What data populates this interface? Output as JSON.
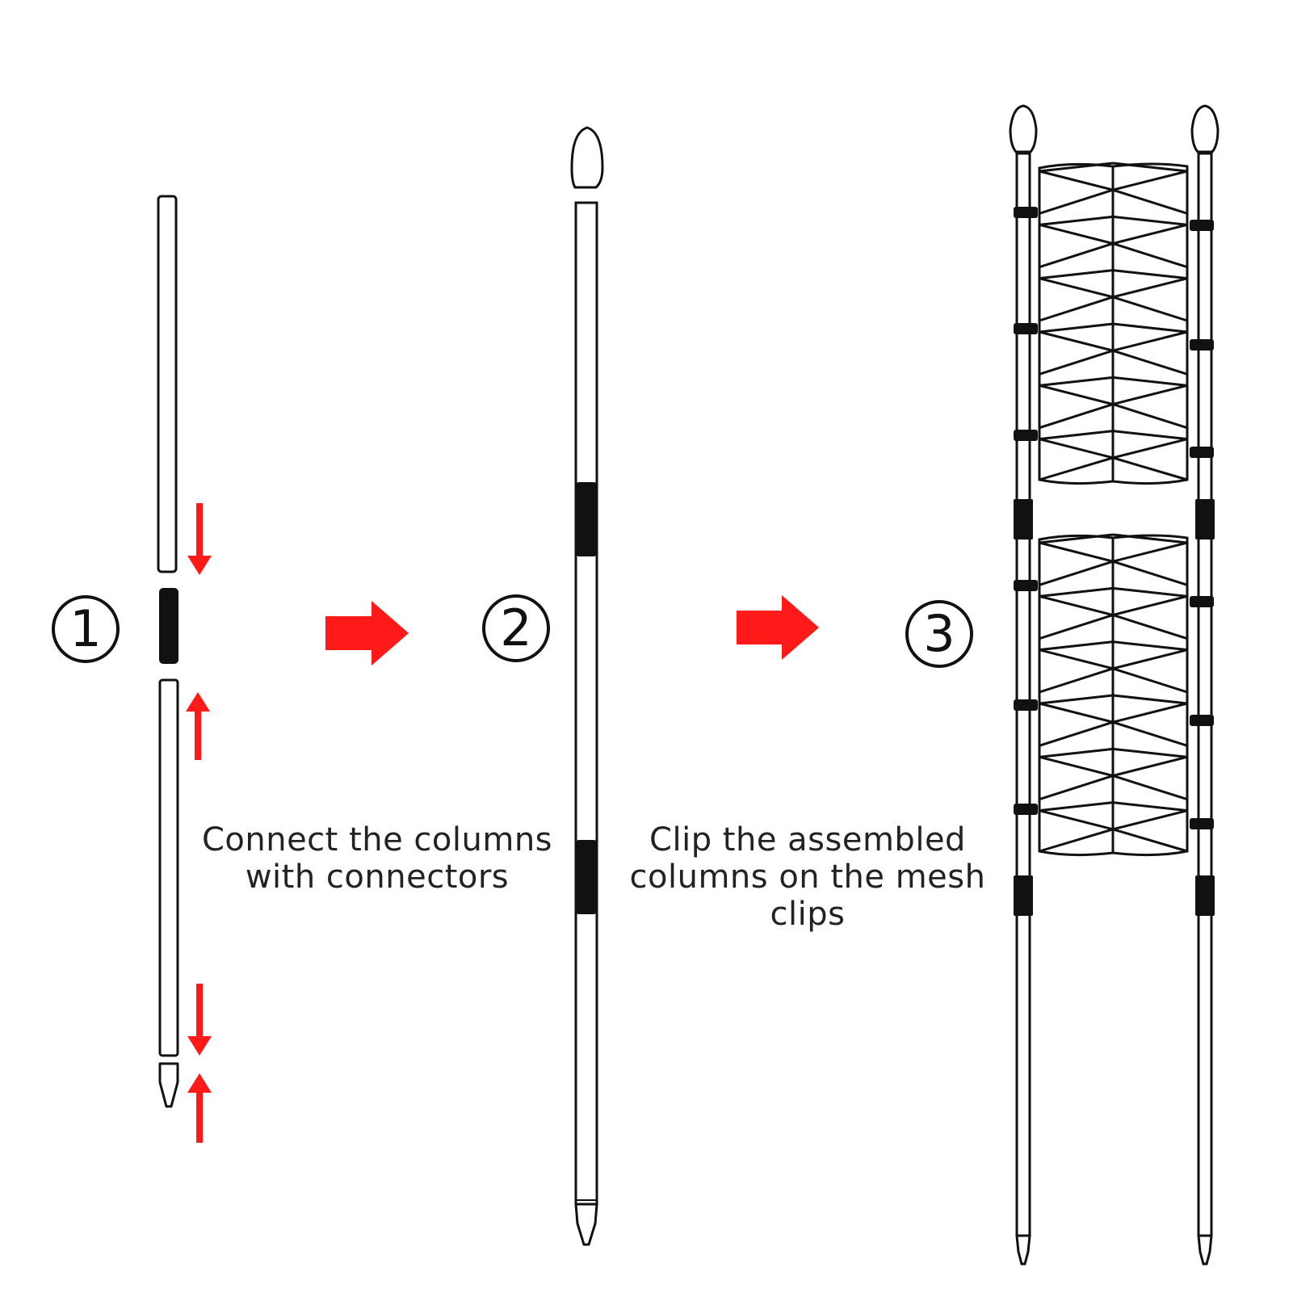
{
  "steps": [
    {
      "number": "1",
      "caption": []
    },
    {
      "number": "2",
      "caption": [
        "Connect the columns",
        "with connectors"
      ]
    },
    {
      "number": "3",
      "caption": [
        "Clip the assembled",
        "columns on the mesh",
        "clips"
      ]
    }
  ],
  "colors": {
    "stroke": "#111111",
    "arrow": "#ff0000",
    "connector": "#111111"
  }
}
